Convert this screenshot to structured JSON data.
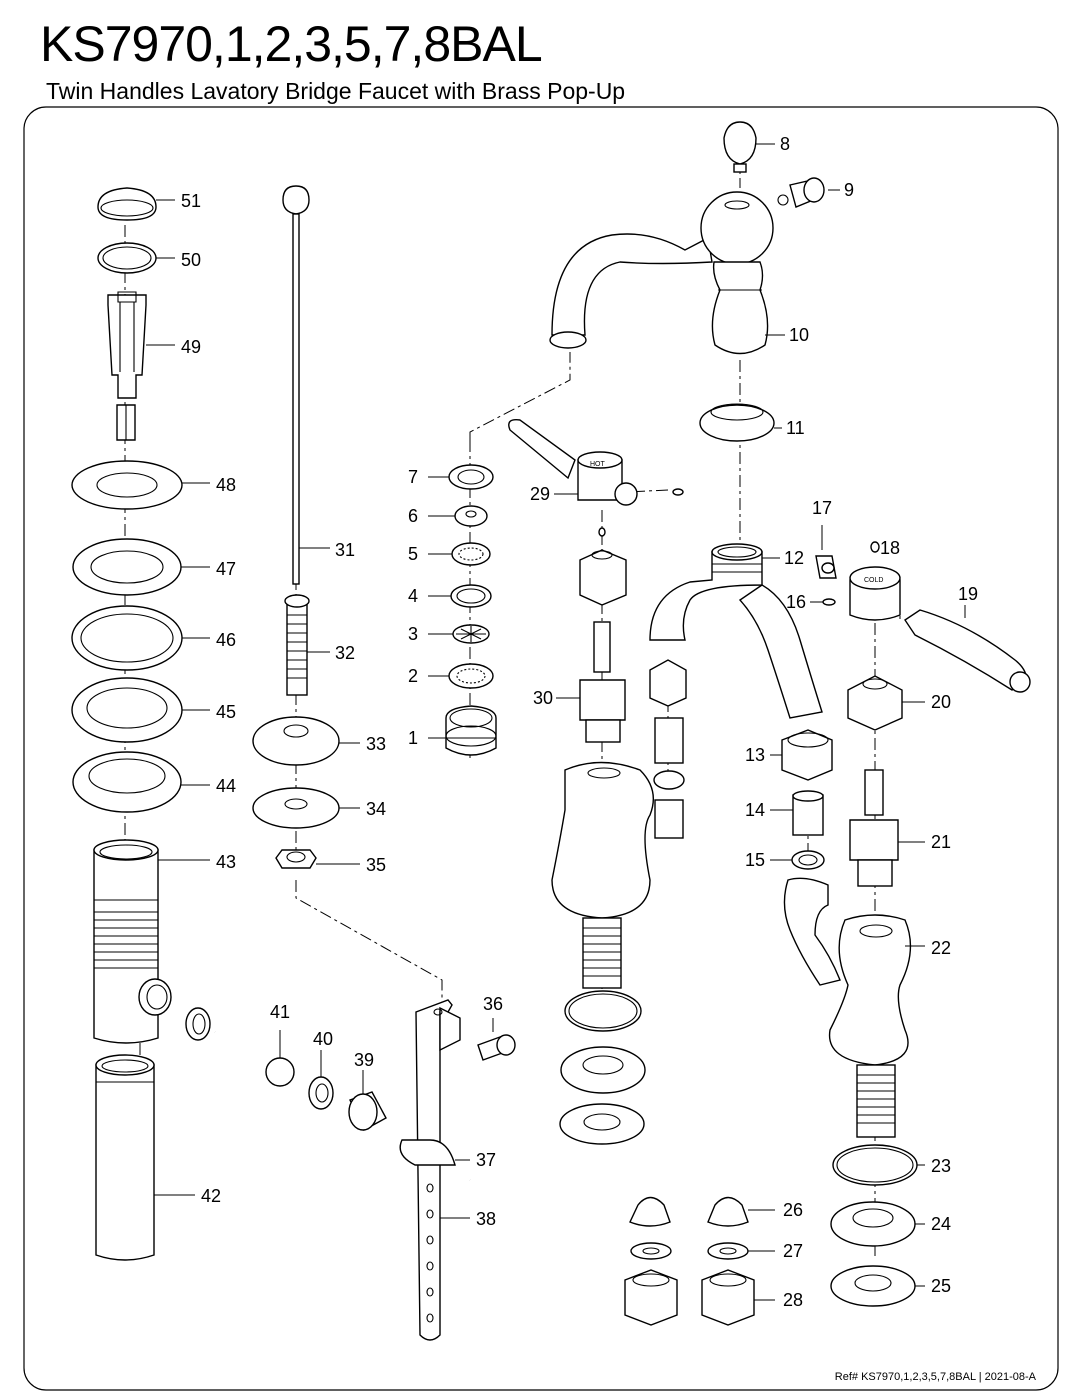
{
  "title": "KS7970,1,2,3,5,7,8BAL",
  "subtitle": "Twin Handles Lavatory Bridge Faucet with Brass Pop-Up",
  "footer": "Ref# KS7970,1,2,3,5,7,8BAL | 2021-08-A",
  "callouts": [
    "1",
    "2",
    "3",
    "4",
    "5",
    "6",
    "7",
    "8",
    "9",
    "10",
    "11",
    "12",
    "13",
    "14",
    "15",
    "16",
    "17",
    "18",
    "19",
    "20",
    "21",
    "22",
    "23",
    "24",
    "25",
    "26",
    "27",
    "28",
    "29",
    "30",
    "31",
    "32",
    "33",
    "34",
    "35",
    "36",
    "37",
    "38",
    "39",
    "40",
    "41",
    "42",
    "43",
    "44",
    "45",
    "46",
    "47",
    "48",
    "49",
    "50",
    "51"
  ],
  "handle_labels": {
    "hot": "HOT",
    "cold": "COLD"
  }
}
